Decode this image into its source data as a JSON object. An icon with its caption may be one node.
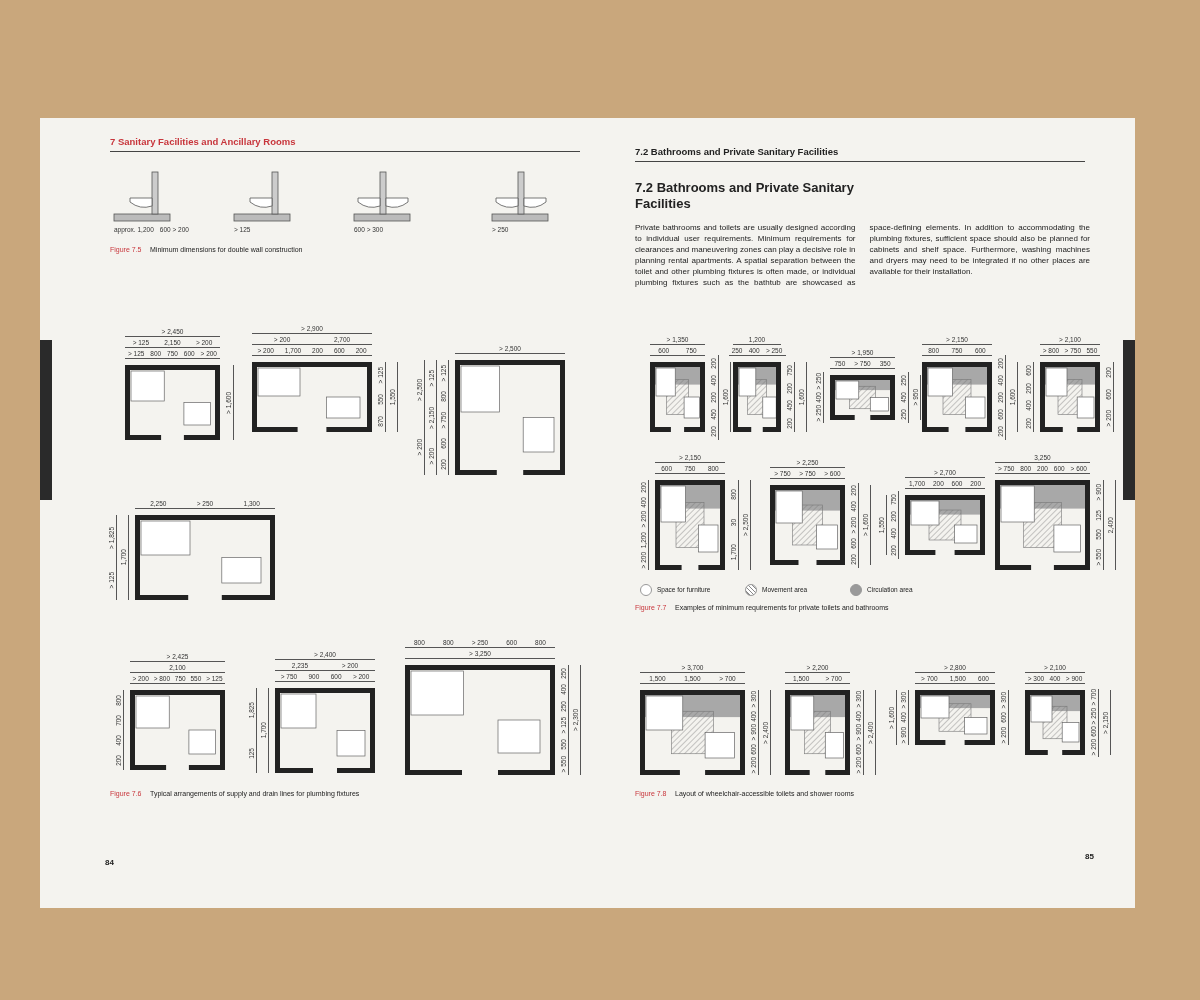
{
  "diagram": {
    "labels": [
      "7 Sanitary Facilities and Ancillary Rooms",
      "approx. 1,200",
      "600 > 200",
      "> 125",
      "600 > 300",
      "> 250",
      "Figure 7.5",
      "Minimum dimensions for double wall construction",
      "> 2,450",
      "> 125",
      "2,150",
      "> 200",
      "> 125",
      "800",
      "750",
      "600",
      "> 200",
      "> 1,600",
      "> 2,900",
      "> 200",
      "2,700",
      "> 200",
      "1,700",
      "200",
      "600",
      "200",
      "> 125",
      "550",
      "870",
      "1,550",
      "> 2,500",
      "> 2,500",
      "> 200",
      "> 125",
      "> 2,150",
      "> 200",
      "> 125",
      "800",
      "> 750",
      "600",
      "200",
      "2,250",
      "> 250",
      "1,300",
      "> 1,825",
      "> 125",
      "1,700",
      "> 2,425",
      "2,100",
      "> 200",
      "> 800",
      "750",
      "550",
      "> 125",
      "800",
      "700",
      "400",
      "200",
      "> 2,400",
      "2,235",
      "> 200",
      "> 750",
      "900",
      "600",
      "> 200",
      "1,825",
      "125",
      "1,700",
      "800",
      "800",
      "> 250",
      "600",
      "800",
      "> 3,250",
      "250",
      "400",
      "250",
      "> 125",
      "550",
      "> 550",
      "> 2,300",
      "Figure 7.6",
      "Typical arrangements of supply and drain lines for plumbing fixtures",
      "84",
      "7.2 Bathrooms and Private Sanitary Facilities",
      "7.2 Bathrooms and Private Sanitary Facilities",
      "Private bathrooms and toilets are usually designed according to individual user requirements. Minimum requirements for clearances and maneuvering zones can play a decisive role in planning rental apartments. A spatial separation between the toilet and other plumbing fixtures is often made, or individual plumbing fixtures such as the bathtub are showcased as space-defining elements. In addition to accommodating the plumbing fixtures, sufficient space should also be planned for cabinets and shelf space. Furthermore, washing machines and dryers may need to be integrated if no other places are available for their installation.",
      "> 1,350",
      "600",
      "750",
      "200",
      "400",
      "200",
      "450",
      "200",
      "1,600",
      "1,200",
      "250",
      "400",
      "> 250",
      "750",
      "200",
      "450",
      "200",
      "1,600",
      "> 1,950",
      "750",
      "> 750",
      "350",
      "> 250",
      "400",
      "> 250",
      "250",
      "450",
      "250",
      "> 950",
      "> 2,150",
      "800",
      "750",
      "600",
      "200",
      "400",
      "200",
      "600",
      "200",
      "1,600",
      "> 2,100",
      "> 800",
      "> 750",
      "550",
      "600",
      "200",
      "400",
      "200",
      "200",
      "600",
      "> 200",
      "> 2,150",
      "600",
      "750",
      "800",
      "200",
      "400",
      "> 200",
      "1,200",
      "> 200",
      "800",
      "30",
      "1,700",
      "> 2,500",
      "> 2,250",
      "> 750",
      "> 750",
      "> 600",
      "200",
      "400",
      "> 200",
      "600",
      "200",
      "> 1,600",
      "> 2,700",
      "1,700",
      "200",
      "600",
      "200",
      "1,550",
      "750",
      "200",
      "400",
      "200",
      "3,250",
      "> 750",
      "800",
      "200",
      "600",
      "> 600",
      "> 900",
      "125",
      "550",
      "> 550",
      "2,400",
      "Figure 7.7",
      "Examples of minimum requirements for private toilets and bathrooms",
      "> 3,700",
      "1,500",
      "1,500",
      "> 700",
      "> 300",
      "400",
      "> 900",
      "600",
      "> 200",
      "> 2,400",
      "> 2,200",
      "1,500",
      "> 700",
      "> 300",
      "400",
      "> 900",
      "600",
      "> 200",
      "> 2,400",
      "> 2,800",
      "> 700",
      "1,500",
      "600",
      "> 1,600",
      "> 300",
      "400",
      "> 900",
      "> 300",
      "600",
      "> 200",
      "> 2,100",
      "> 300",
      "400",
      "> 900",
      "> 700",
      "> 250",
      "600",
      "> 200",
      "> 2,150",
      "Figure 7.8",
      "Layout of wheelchair-accessible toilets and shower rooms",
      "85"
    ],
    "legend": [
      {
        "text": "Space for furniture",
        "color": "#ffffff"
      },
      {
        "text": "Movement area"
      },
      {
        "text": "Circulation area",
        "color": "#9a9a9a"
      }
    ]
  }
}
